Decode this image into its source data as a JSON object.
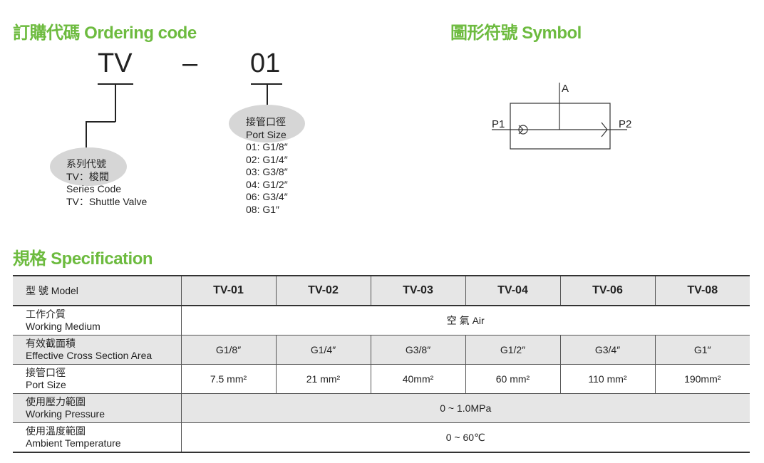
{
  "ordering": {
    "heading": "訂購代碼 Ordering code",
    "code_series": "TV",
    "code_dash": "–",
    "code_size": "01",
    "series": {
      "line1": "系列代號",
      "line2": "TV：梭閥",
      "line3": "Series Code",
      "line4": "TV：Shuttle Valve"
    },
    "port": {
      "line1": "接管口徑",
      "line2": "Port Size",
      "options": [
        "01: G1/8″",
        "02: G1/4″",
        "03: G3/8″",
        "04: G1/2″",
        "06: G3/4″",
        "08: G1″"
      ]
    }
  },
  "symbol": {
    "heading": "圖形符號 Symbol",
    "label_a": "A",
    "label_p1": "P1",
    "label_p2": "P2"
  },
  "spec": {
    "heading": "規格 Specification",
    "model_label": "型 號 Model",
    "models": [
      "TV-01",
      "TV-02",
      "TV-03",
      "TV-04",
      "TV-06",
      "TV-08"
    ],
    "rows": [
      {
        "label_cn": "工作介質",
        "label_en": "Working Medium",
        "span": "空 氣 Air"
      },
      {
        "label_cn": "有效截面積",
        "label_en": "Effective Cross Section Area",
        "values": [
          "G1/8″",
          "G1/4″",
          "G3/8″",
          "G1/2″",
          "G3/4″",
          "G1″"
        ]
      },
      {
        "label_cn": "接管口徑",
        "label_en": "Port Size",
        "values": [
          "7.5 mm²",
          "21 mm²",
          "40mm²",
          "60 mm²",
          "110 mm²",
          "190mm²"
        ]
      },
      {
        "label_cn": "使用壓力範圍",
        "label_en": "Working Pressure",
        "span": "0 ~ 1.0MPa"
      },
      {
        "label_cn": "使用溫度範圍",
        "label_en": "Ambient Temperature",
        "span": "0 ~ 60℃"
      }
    ]
  }
}
